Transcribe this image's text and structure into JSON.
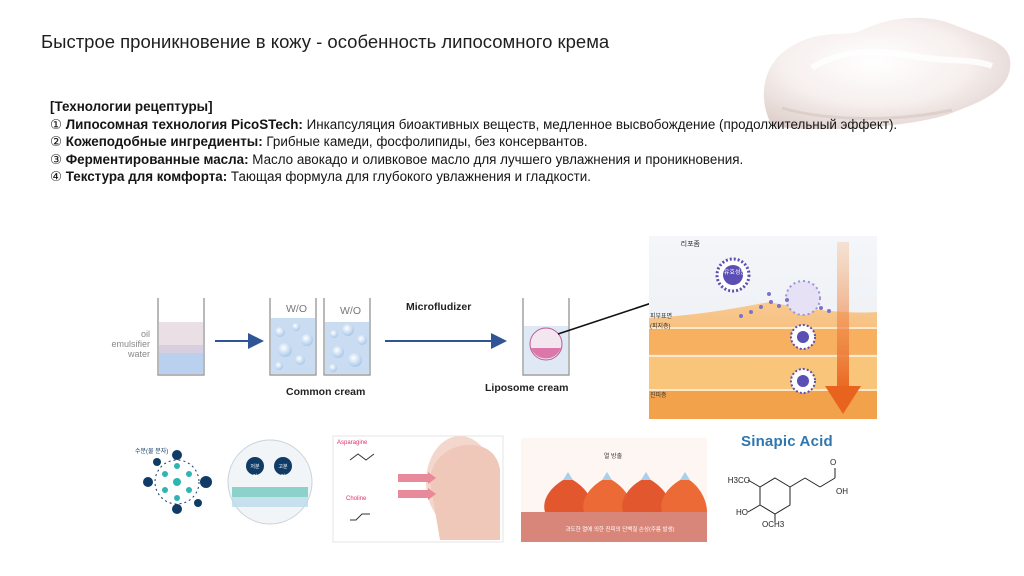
{
  "slide": {
    "title": "Быстрое проникновение в кожу - особенность липосомного крема"
  },
  "tech": {
    "heading": "[Технологии рецептуры]",
    "items": [
      {
        "num": "①",
        "label": "Липосомная технология PicoSTech:",
        "text": " Инкапсуляция биоактивных веществ, медленное высвобождение (продолжительный эффект)."
      },
      {
        "num": "②",
        "label": "Кожеподобные ингредиенты:",
        "text": " Грибные камеди, фосфолипиды, без консервантов."
      },
      {
        "num": "③",
        "label": "Ферментированные масла:",
        "text": " Масло авокадо и оливковое масло для лучшего увлажнения и проникновения."
      },
      {
        "num": "④",
        "label": "Текстура для комфорта:",
        "text": " Тающая формула для глубокого увлажнения и гладкости."
      }
    ]
  },
  "process": {
    "layer_labels": [
      "oil",
      "emulsifier",
      "water"
    ],
    "beaker_labels": [
      "W/O",
      "W/O"
    ],
    "step_label": "Microfludizer",
    "common_label": "Common cream",
    "liposome_label": "Liposome cream"
  },
  "penetration": {
    "top_label": "리포좀",
    "capsule_text": "유효성분",
    "side_labels": [
      "피부표면\n(피지층)",
      "진피층"
    ]
  },
  "thumbs": {
    "molecule_caption": "수분(물 분자)",
    "badge_texts": [
      "저분\n자",
      "고분\n자"
    ],
    "asparagine": "Asparagine",
    "choline": "Choline",
    "heat_top": "열 방출",
    "heat_caption": "과도한 열에 의한 진피의 단백질 손상(주름 발생)",
    "acid_title": "Sinapic Acid",
    "acid_groups": [
      "H3CO",
      "OH",
      "HO",
      "OCH3",
      "O"
    ]
  },
  "colors": {
    "accent_blue": "#2f5597",
    "title_blue": "#2f77ae",
    "arrow_orange": "#e8641e",
    "liposome_purple": "#5a4fb5"
  }
}
